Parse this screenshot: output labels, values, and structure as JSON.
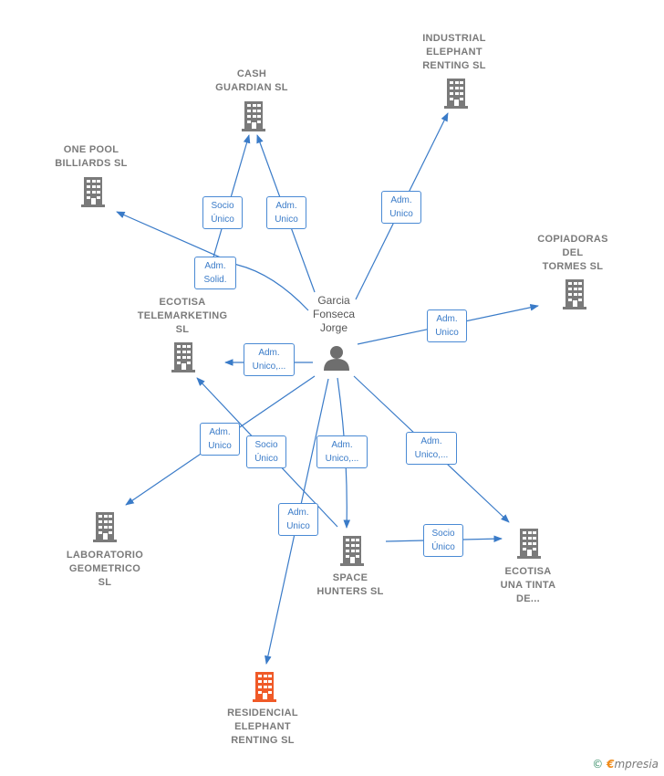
{
  "person": {
    "name_lines": "Garcia\nFonseca\nJorge",
    "icon": "person-icon"
  },
  "companies": {
    "cash_guardian": {
      "name": "CASH\nGUARDIAN  SL",
      "icon": "building-icon"
    },
    "industrial_elephant": {
      "name": "INDUSTRIAL\nELEPHANT\nRENTING  SL",
      "icon": "building-icon"
    },
    "one_pool": {
      "name": "ONE POOL\nBILLIARDS  SL",
      "icon": "building-icon"
    },
    "copiadoras": {
      "name": "COPIADORAS\nDEL\nTORMES  SL",
      "icon": "building-icon"
    },
    "ecotisa_tele": {
      "name": "ECOTISA\nTELEMARKETING\nSL",
      "icon": "building-icon"
    },
    "laboratorio": {
      "name": "LABORATORIO\nGEOMETRICO\nSL",
      "icon": "building-icon"
    },
    "space_hunters": {
      "name": "SPACE\nHUNTERS  SL",
      "icon": "building-icon"
    },
    "ecotisa_tinta": {
      "name": "ECOTISA\nUNA TINTA\nDE...",
      "icon": "building-icon"
    },
    "residencial": {
      "name": "RESIDENCIAL\nELEPHANT\nRENTING  SL",
      "icon": "building-icon"
    }
  },
  "edges": {
    "socio_unico_cash": "Socio\nÚnico",
    "adm_unico_cash": "Adm.\nUnico",
    "adm_unico_industrial": "Adm.\nUnico",
    "adm_solid_onepool": "Adm.\nSolid.",
    "adm_unico_copiadoras": "Adm.\nUnico",
    "adm_unico_ecotele": "Adm.\nUnico,...",
    "adm_unico_laboratorio": "Adm.\nUnico",
    "socio_unico_ecotele": "Socio\nÚnico",
    "adm_unico_space": "Adm.\nUnico,...",
    "adm_unico_tinta": "Adm.\nUnico,...",
    "adm_unico_residencial": "Adm.\nUnico",
    "socio_unico_tinta": "Socio\nÚnico"
  },
  "colors": {
    "edge": "#3a7bc8",
    "building": "#7a7a7a",
    "highlight": "#f05a28"
  },
  "footer": {
    "copyright": "©",
    "brand_first": "€",
    "brand_rest": "mpresia"
  }
}
